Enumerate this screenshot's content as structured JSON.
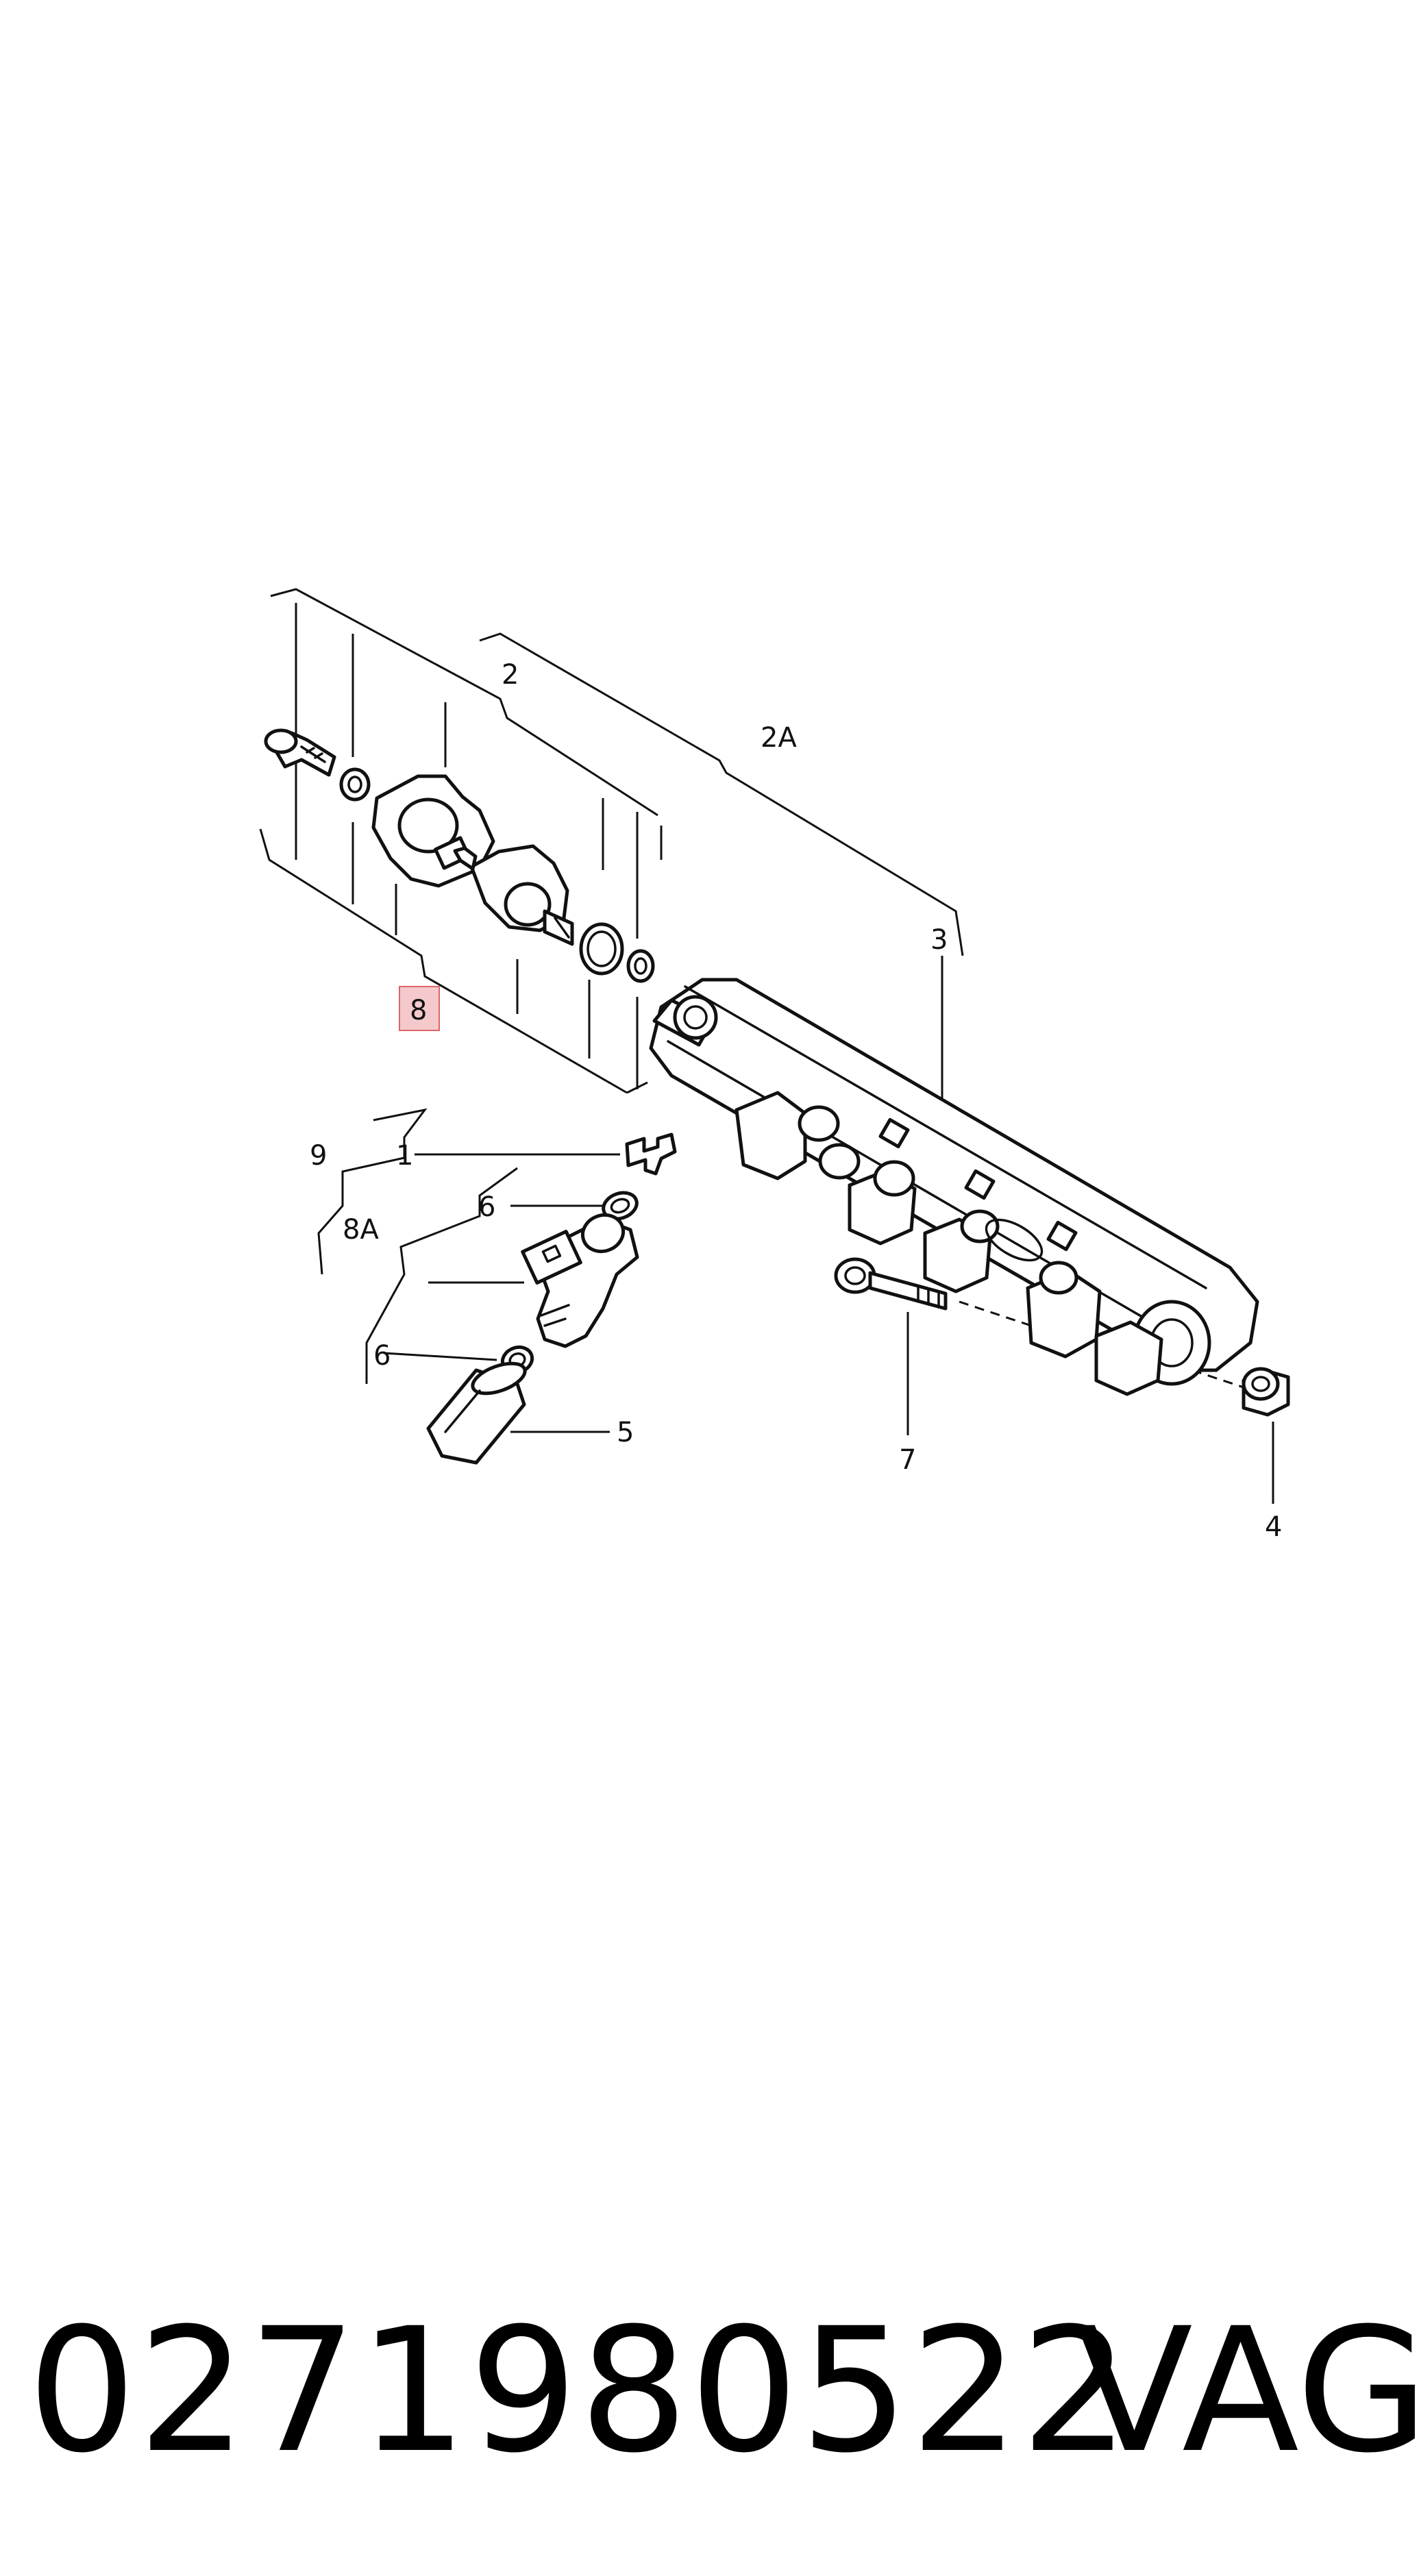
{
  "diagram": {
    "labels": {
      "l1": "1",
      "l2": "2",
      "l2a": "2A",
      "l3": "3",
      "l4": "4",
      "l5": "5",
      "l6a": "6",
      "l6b": "6",
      "l7": "7",
      "l8": "8",
      "l8a": "8A",
      "l9": "9"
    },
    "highlighted_label": "8",
    "highlight_color": "#f5c9cc"
  },
  "footer": {
    "part_number": "0271980522",
    "brand": "VAG"
  }
}
